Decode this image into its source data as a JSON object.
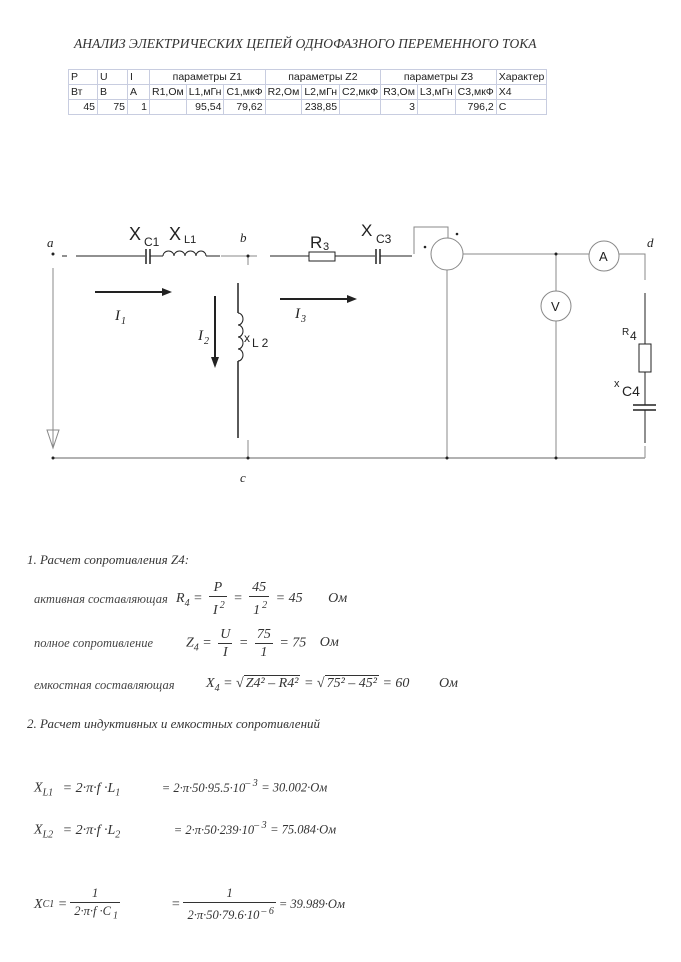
{
  "title": "АНАЛИЗ ЭЛЕКТРИЧЕСКИХ ЦЕПЕЙ ОДНОФАЗНОГО ПЕРЕМЕННОГО ТОКА",
  "table": {
    "header1": [
      "P",
      "U",
      "I",
      "параметры Z1",
      "параметры Z2",
      "параметры Z3",
      "Характер"
    ],
    "header2": [
      "Вт",
      "В",
      "А",
      "R1,Ом",
      "L1,мГн",
      "C1,мкФ",
      "R2,Ом",
      "L2,мГн",
      "C2,мкФ",
      "R3,Ом",
      "L3,мГн",
      "C3,мкФ",
      "X4"
    ],
    "row": [
      "45",
      "75",
      "1",
      "",
      "95,54",
      "79,62",
      "",
      "238,85",
      "",
      "3",
      "",
      "796,2",
      "C"
    ]
  },
  "circuit": {
    "nodes": {
      "a": "a",
      "b": "b",
      "c": "c",
      "d": "d"
    },
    "xc1": "X",
    "xc1_sub": "C1",
    "xl1": "X",
    "xl1_sub": "L1",
    "r3": "R",
    "r3_sub": "3",
    "xc3": "X",
    "xc3_sub": "C3",
    "xl2": "x",
    "xl2_sub": "L 2",
    "r4": "R",
    "r4_sub": "4",
    "xc4": "x",
    "xc4_sub": "C4",
    "i1": "I",
    "i1_sub": "1",
    "i2": "I",
    "i2_sub": "2",
    "i3": "I",
    "i3_sub": "3",
    "ammeter": "A",
    "voltmeter": "V"
  },
  "section1": {
    "heading": "1. Расчет сопротивления Z4:",
    "active_label": "активная составляющая",
    "active_eq": {
      "lhs": "R",
      "lhs_sub": "4",
      "num1": "P",
      "den1": "I",
      "den1_sup": "2",
      "num2": "45",
      "den2": "1",
      "den2_sup": "2",
      "result": "= 45",
      "unit": "Ом"
    },
    "full_label": "полное сопротивление",
    "full_eq": {
      "lhs": "Z",
      "lhs_sub": "4",
      "num1": "U",
      "den1": "I",
      "num2": "75",
      "den2": "1",
      "result": "= 75",
      "unit": "Ом"
    },
    "cap_label": "емкостная составляющая",
    "cap_eq": {
      "lhs": "X",
      "lhs_sub": "4",
      "root1": "Z4² – R4²",
      "root2": "75² – 45²",
      "result": "= 60",
      "unit": "Ом"
    }
  },
  "section2": {
    "heading": "2. Расчет индуктивных и емкостных сопротивлений",
    "xl1": {
      "lhs": "X",
      "lhs_sub": "L1",
      "formula": "= 2·π·f ·L",
      "formula_sub": "1",
      "calc": "= 2·π·50·95.5·10",
      "calc_sup": "– 3",
      "result": "= 30.002·Ом"
    },
    "xl2": {
      "lhs": "X",
      "lhs_sub": "L2",
      "formula": "= 2·π·f ·L",
      "formula_sub": "2",
      "calc": "= 2·π·50·239·10",
      "calc_sup": "– 3",
      "result": "= 75.084·Ом"
    },
    "xc1": {
      "lhs": "X",
      "lhs_sub": "C1",
      "num": "1",
      "den": "2·π·f ·C",
      "den_sub": "1",
      "calc_num": "1",
      "calc_den": "2·π·50·79.6·10",
      "calc_sup": "– 6",
      "result": "= 39.989·Ом"
    }
  }
}
